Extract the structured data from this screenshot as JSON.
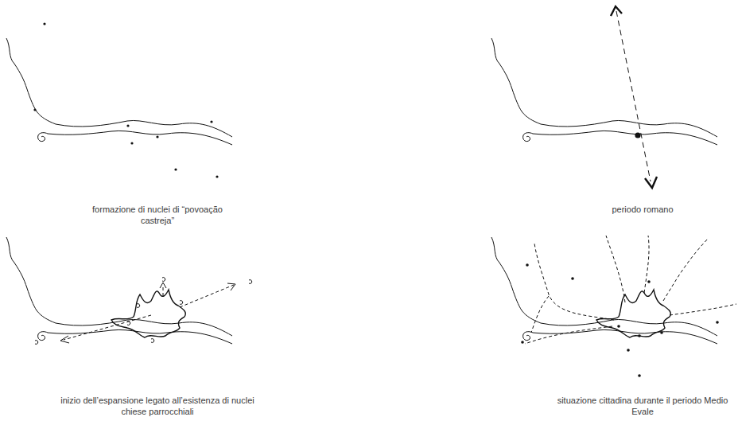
{
  "diagram": {
    "labels": [
      "formazione di nuclei di “povoação castreja”",
      "periodo romano",
      "inizio dell’espansione legato all’esistenza di nuclei chiese parrocchiali",
      "situazione cittadina durante il periodo Medio Evale"
    ]
  }
}
